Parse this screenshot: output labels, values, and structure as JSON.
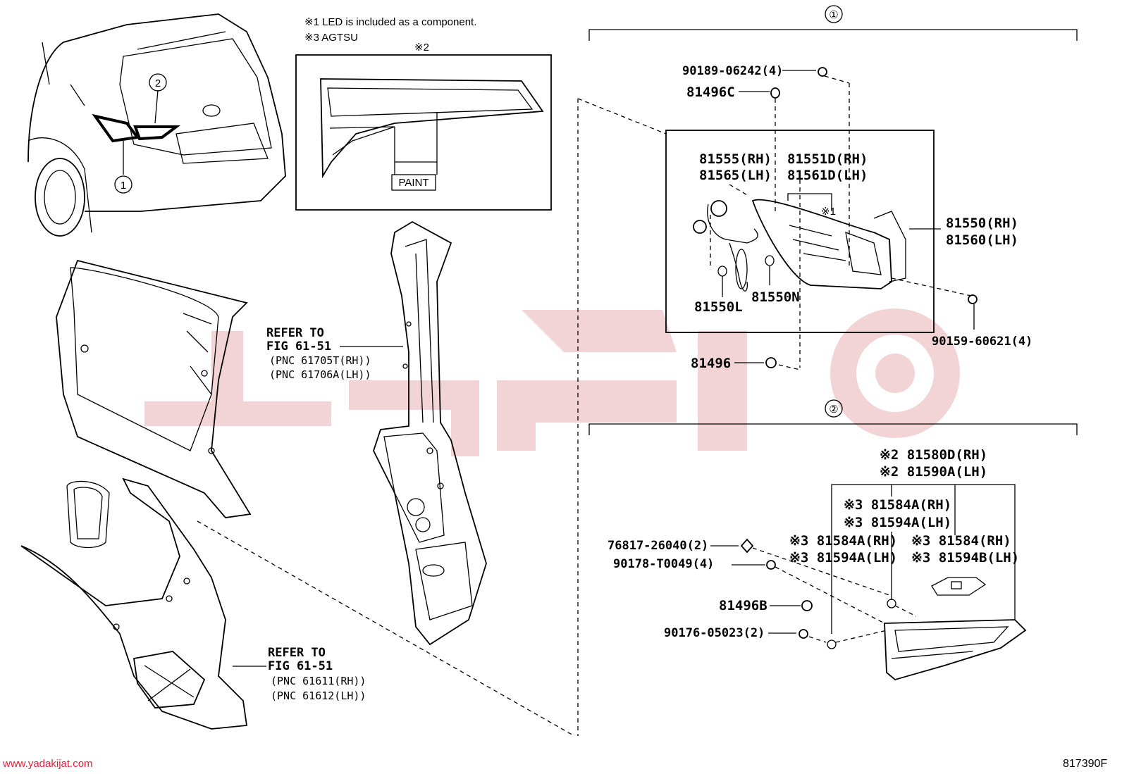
{
  "notes": {
    "note1": "※1 LED is included as a component.",
    "note3": "※3 AGTSU",
    "inset_mark": "※2",
    "paint_label": "PAINT"
  },
  "section_markers": {
    "one": "①",
    "two": "②"
  },
  "parts_section1": {
    "p90189": "90189-06242(4)",
    "p81496C": "81496C",
    "p81555": "81555(RH)",
    "p81565": "81565(LH)",
    "p81551D": "81551D(RH)",
    "p81561D": "81561D(LH)",
    "led_mark": "※1",
    "p81550": "81550(RH)",
    "p81560": "81560(LH)",
    "p81550L": "81550L",
    "p81550N": "81550N",
    "p90159": "90159-60621(4)",
    "p81496": "81496"
  },
  "parts_section2": {
    "p81580D": "※2 81580D(RH)",
    "p81590A": "※2 81590A(LH)",
    "p81584A_1": "※3 81584A(RH)",
    "p81594A_1": "※3 81594A(LH)",
    "p81584A_2": "※3 81584A(RH)",
    "p81594A_2": "※3 81594A(LH)",
    "p81584": "※3 81584(RH)",
    "p81594B": "※3 81594B(LH)",
    "p76817": "76817-26040(2)",
    "p90178": "90178-T0049(4)",
    "p81496B": "81496B",
    "p90176": "90176-05023(2)"
  },
  "body_refs": {
    "refer_upper_1": "REFER TO",
    "refer_upper_2": "FIG 61-51",
    "pnc_upper_rh": "(PNC 61705T(RH))",
    "pnc_upper_lh": "(PNC 61706A(LH))",
    "refer_lower_1": "REFER TO",
    "refer_lower_2": "FIG 61-51",
    "pnc_lower_rh": "(PNC 61611(RH))",
    "pnc_lower_lh": "(PNC 61612(LH))"
  },
  "vehicle_callouts": {
    "c1": "1",
    "c2": "2"
  },
  "footer": {
    "url": "www.yadakijat.com",
    "code": "817390F"
  },
  "colors": {
    "watermark": "#f2d4d6",
    "url_red": "#e0223a",
    "line": "#000000"
  }
}
